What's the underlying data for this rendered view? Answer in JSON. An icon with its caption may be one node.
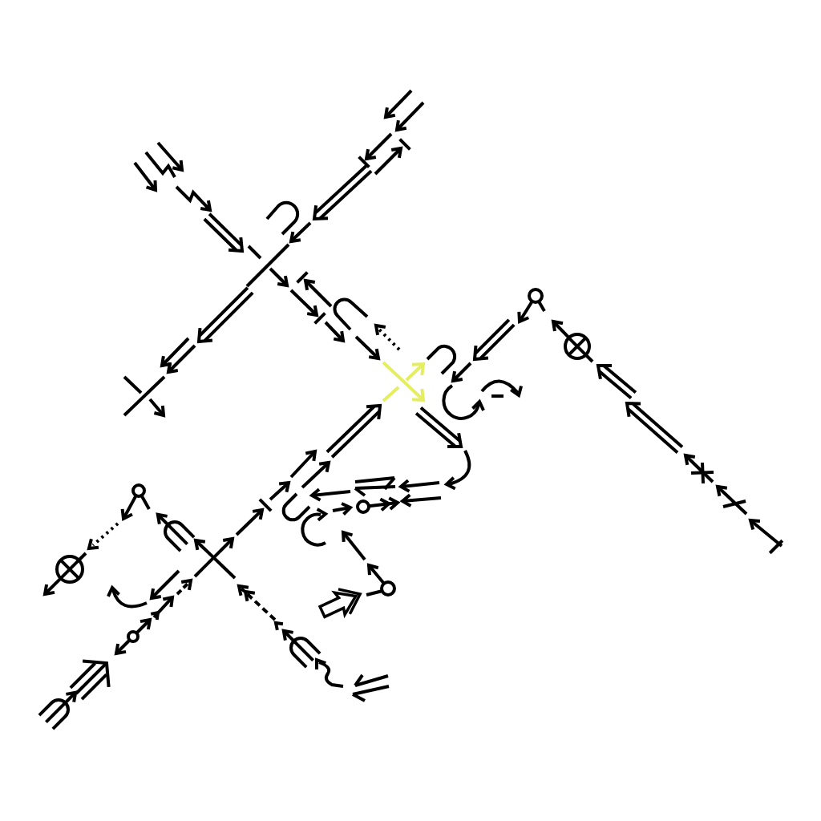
{
  "diagram": {
    "nodes": [
      {
        "text": [],
        "shape": "circle"
      },
      {
        "text": [],
        "shape": "circle"
      },
      {
        "text": [],
        "shape": "circle"
      },
      {
        "text": [],
        "shape": "circle"
      },
      {
        "text": [],
        "shape": "circle"
      },
      {
        "text": [],
        "shape": "circle"
      },
      {
        "text": [],
        "shape": "circle"
      }
    ],
    "edges": [
      {
        "from": 0,
        "to": null,
        "arrow": "to"
      },
      {
        "from": 1,
        "to": null,
        "arrow": "to"
      },
      {
        "from": 2,
        "to": null,
        "arrow": "to"
      },
      {
        "from": 3,
        "to": null,
        "arrow": "to"
      },
      {
        "from": 4,
        "to": null,
        "arrow": "to"
      },
      {
        "from": 5,
        "to": null,
        "arrow": "to"
      },
      {
        "from": 6,
        "to": null,
        "arrow": "to"
      },
      {
        "from": 6,
        "to": null,
        "arrow": "to"
      }
    ]
  }
}
